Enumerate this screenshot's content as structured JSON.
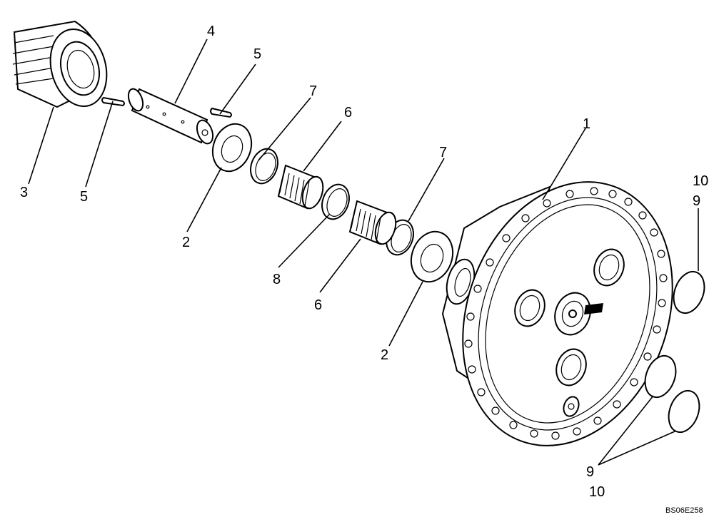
{
  "callouts": {
    "c3": "3",
    "c4": "4",
    "c5a": "5",
    "c5b": "5",
    "c7a": "7",
    "c6a": "6",
    "c2a": "2",
    "c8": "8",
    "c6b": "6",
    "c7b": "7",
    "c1": "1",
    "c2b": "2",
    "c10a": "10",
    "c9a": "9",
    "c9b": "9",
    "c10b": "10"
  },
  "drawing_code": "BS06E258"
}
